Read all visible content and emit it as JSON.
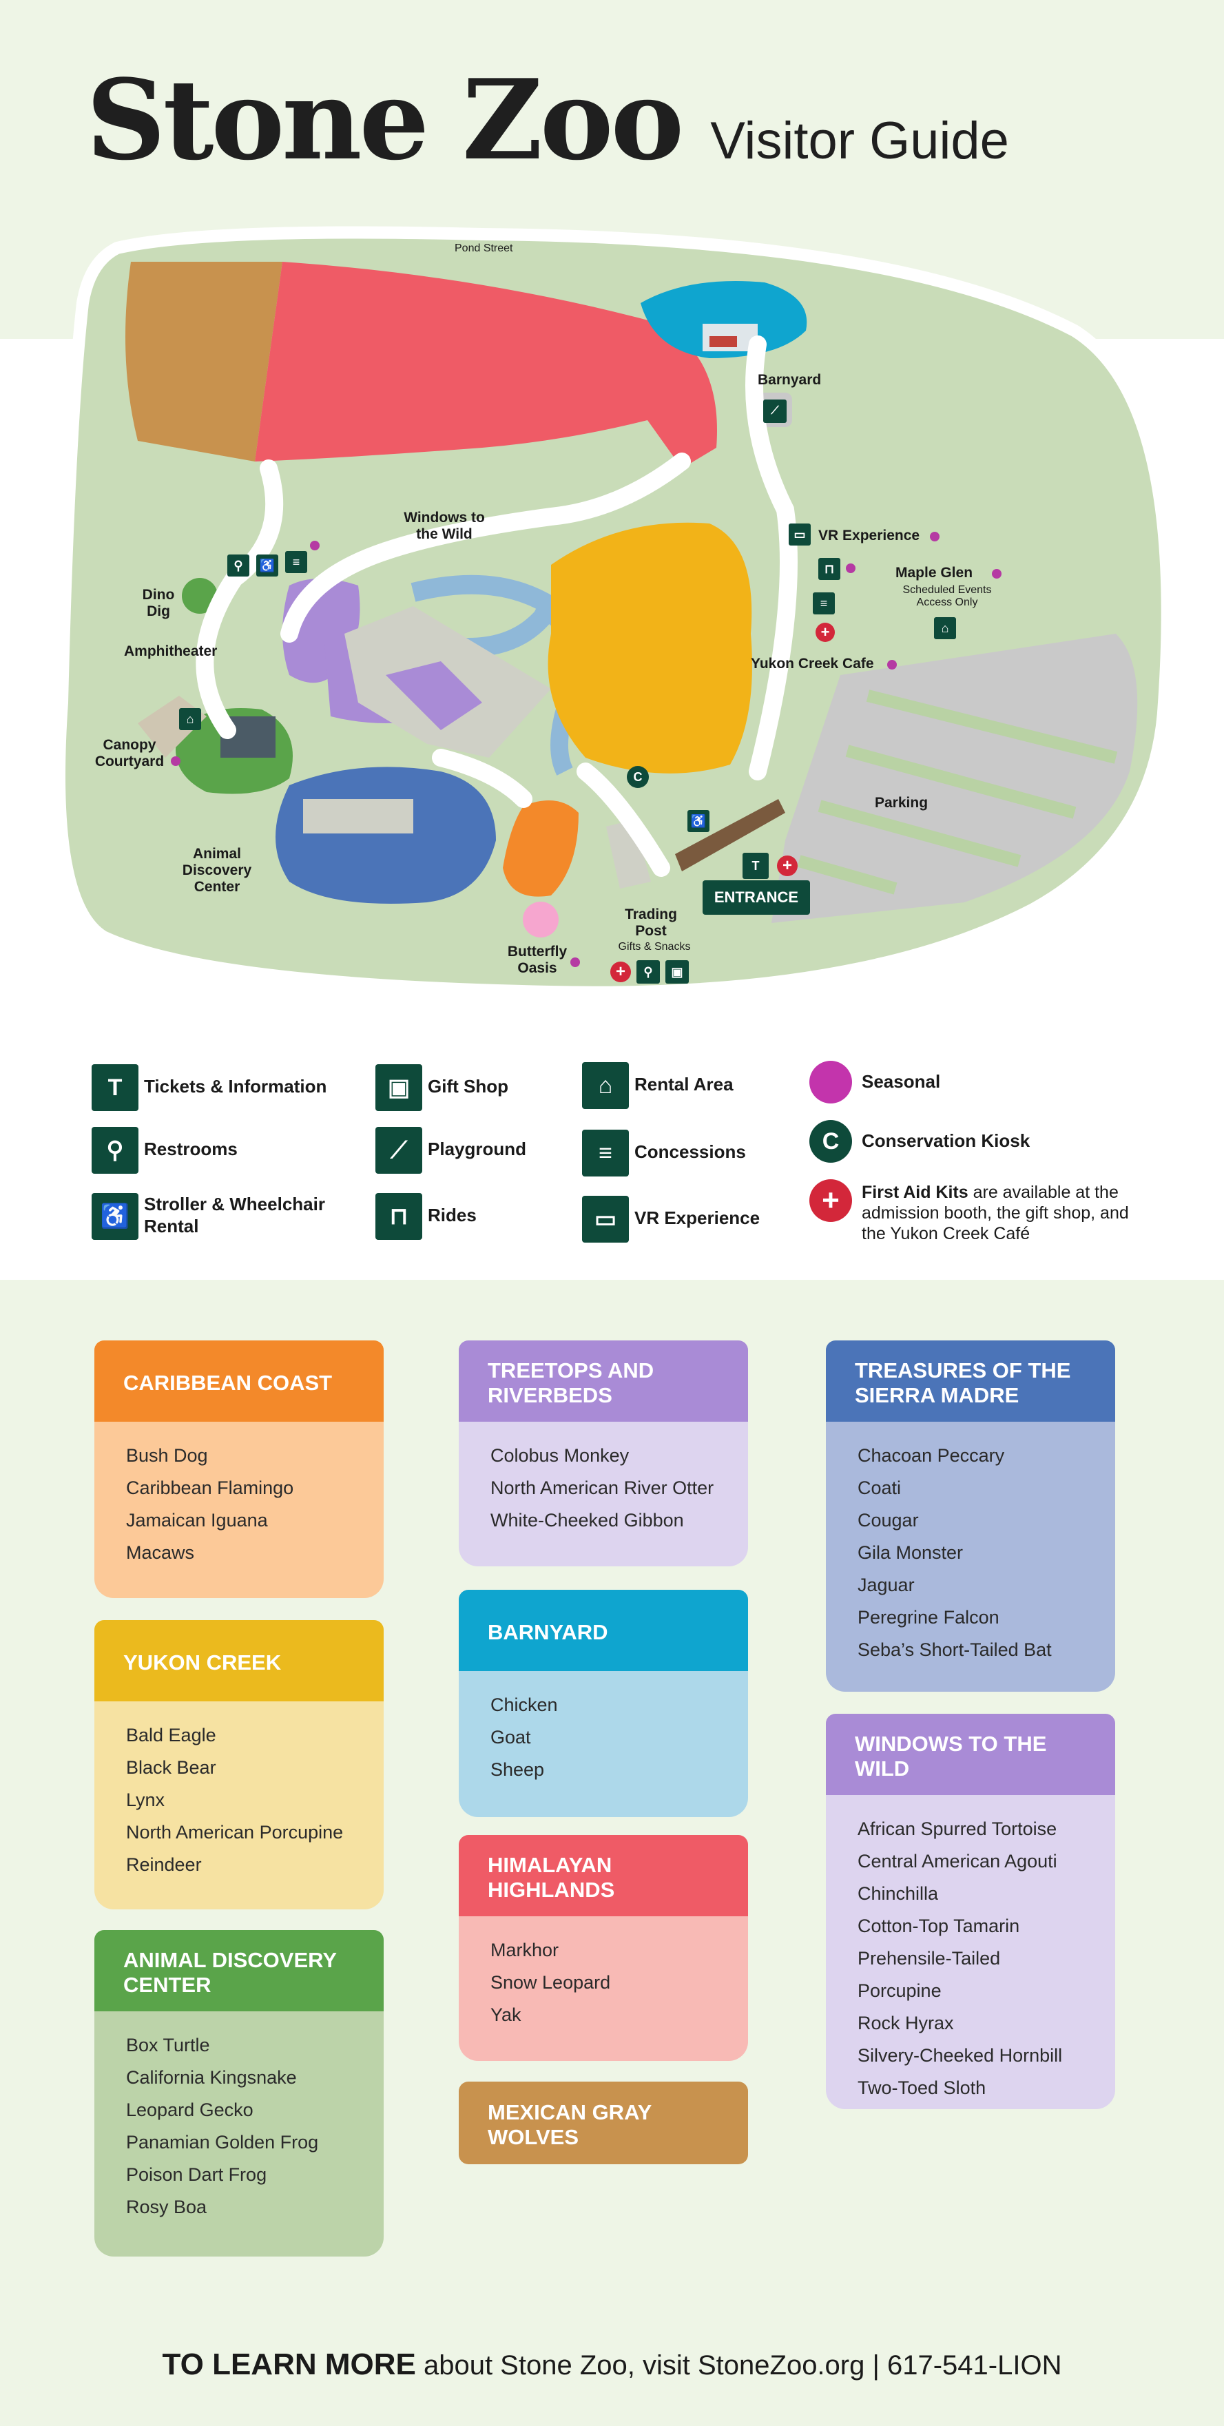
{
  "header": {
    "title": "Stone Zoo",
    "subtitle": "Visitor Guide"
  },
  "map": {
    "street": "Pond Street",
    "labels": {
      "barnyard": "Barnyard",
      "vr_experience": "VR Experience",
      "maple_glen": "Maple Glen",
      "maple_glen_note": "Scheduled Events Access Only",
      "yukon_cafe": "Yukon Creek Cafe",
      "windows": "Windows to the Wild",
      "dino_dig": "Dino Dig",
      "amphitheater": "Amphitheater",
      "canopy": "Canopy Courtyard",
      "adc": "Animal Discovery Center",
      "parking": "Parking",
      "entrance": "ENTRANCE",
      "trading_post": "Trading Post",
      "trading_post_note": "Gifts & Snacks",
      "butterfly": "Butterfly Oasis",
      "kiosk_letter": "C"
    },
    "colors": {
      "wolves": "#c8924e",
      "himalayan": "#ef5b66",
      "barnyard": "#0fa5cf",
      "treetops": "#a98bd6",
      "yukon": "#f2b318",
      "sierra": "#4b74b8",
      "caribbean": "#f3892a",
      "adc": "#5aa44a",
      "grass": "#c9dcb8",
      "paths": "#ffffff",
      "parking": "#c9c9c9",
      "dark_green": "#0e4a3a"
    }
  },
  "legend": {
    "tickets": "Tickets & Information",
    "restrooms": "Restrooms",
    "stroller": "Stroller & Wheelchair Rental",
    "gift": "Gift Shop",
    "playground": "Playground",
    "rides": "Rides",
    "rental": "Rental Area",
    "concessions": "Concessions",
    "vr": "VR Experience",
    "seasonal": "Seasonal",
    "kiosk": "Conservation Kiosk",
    "first_aid_bold": "First Aid Kits",
    "first_aid_rest": "are available at the admission booth, the gift shop, and the Yukon Creek Café"
  },
  "exhibits": {
    "caribbean": {
      "title": "CARIBBEAN COAST",
      "animals": [
        "Bush Dog",
        "Caribbean Flamingo",
        "Jamaican Iguana",
        "Macaws"
      ]
    },
    "yukon": {
      "title": "YUKON CREEK",
      "animals": [
        "Bald Eagle",
        "Black Bear",
        "Lynx",
        "North American Porcupine",
        "Reindeer"
      ]
    },
    "adc": {
      "title": "ANIMAL DISCOVERY CENTER",
      "animals": [
        "Box Turtle",
        "California Kingsnake",
        "Leopard Gecko",
        "Panamian Golden Frog",
        "Poison Dart Frog",
        "Rosy Boa"
      ]
    },
    "treetops": {
      "title": "TREETOPS AND RIVERBEDS",
      "animals": [
        "Colobus Monkey",
        "North American River Otter",
        "White-Cheeked Gibbon"
      ]
    },
    "barnyard": {
      "title": "BARNYARD",
      "animals": [
        "Chicken",
        "Goat",
        "Sheep"
      ]
    },
    "himalayan": {
      "title": "HIMALAYAN HIGHLANDS",
      "animals": [
        "Markhor",
        "Snow Leopard",
        "Yak"
      ]
    },
    "wolves": {
      "title": "MEXICAN GRAY WOLVES",
      "animals": []
    },
    "sierra": {
      "title": "TREASURES OF THE SIERRA MADRE",
      "animals": [
        "Chacoan Peccary",
        "Coati",
        "Cougar",
        "Gila Monster",
        "Jaguar",
        "Peregrine Falcon",
        "Seba’s Short-Tailed Bat"
      ]
    },
    "windows": {
      "title": "WINDOWS TO THE WILD",
      "animals": [
        "African Spurred Tortoise",
        "Central American Agouti",
        "Chinchilla",
        "Cotton-Top Tamarin",
        "Prehensile-Tailed Porcupine",
        "Rock Hyrax",
        "Silvery-Cheeked Hornbill",
        "Two-Toed Sloth"
      ]
    }
  },
  "footer": {
    "bold": "TO LEARN MORE",
    "rest": "about Stone Zoo, visit StoneZoo.org | 617-541-LION"
  }
}
